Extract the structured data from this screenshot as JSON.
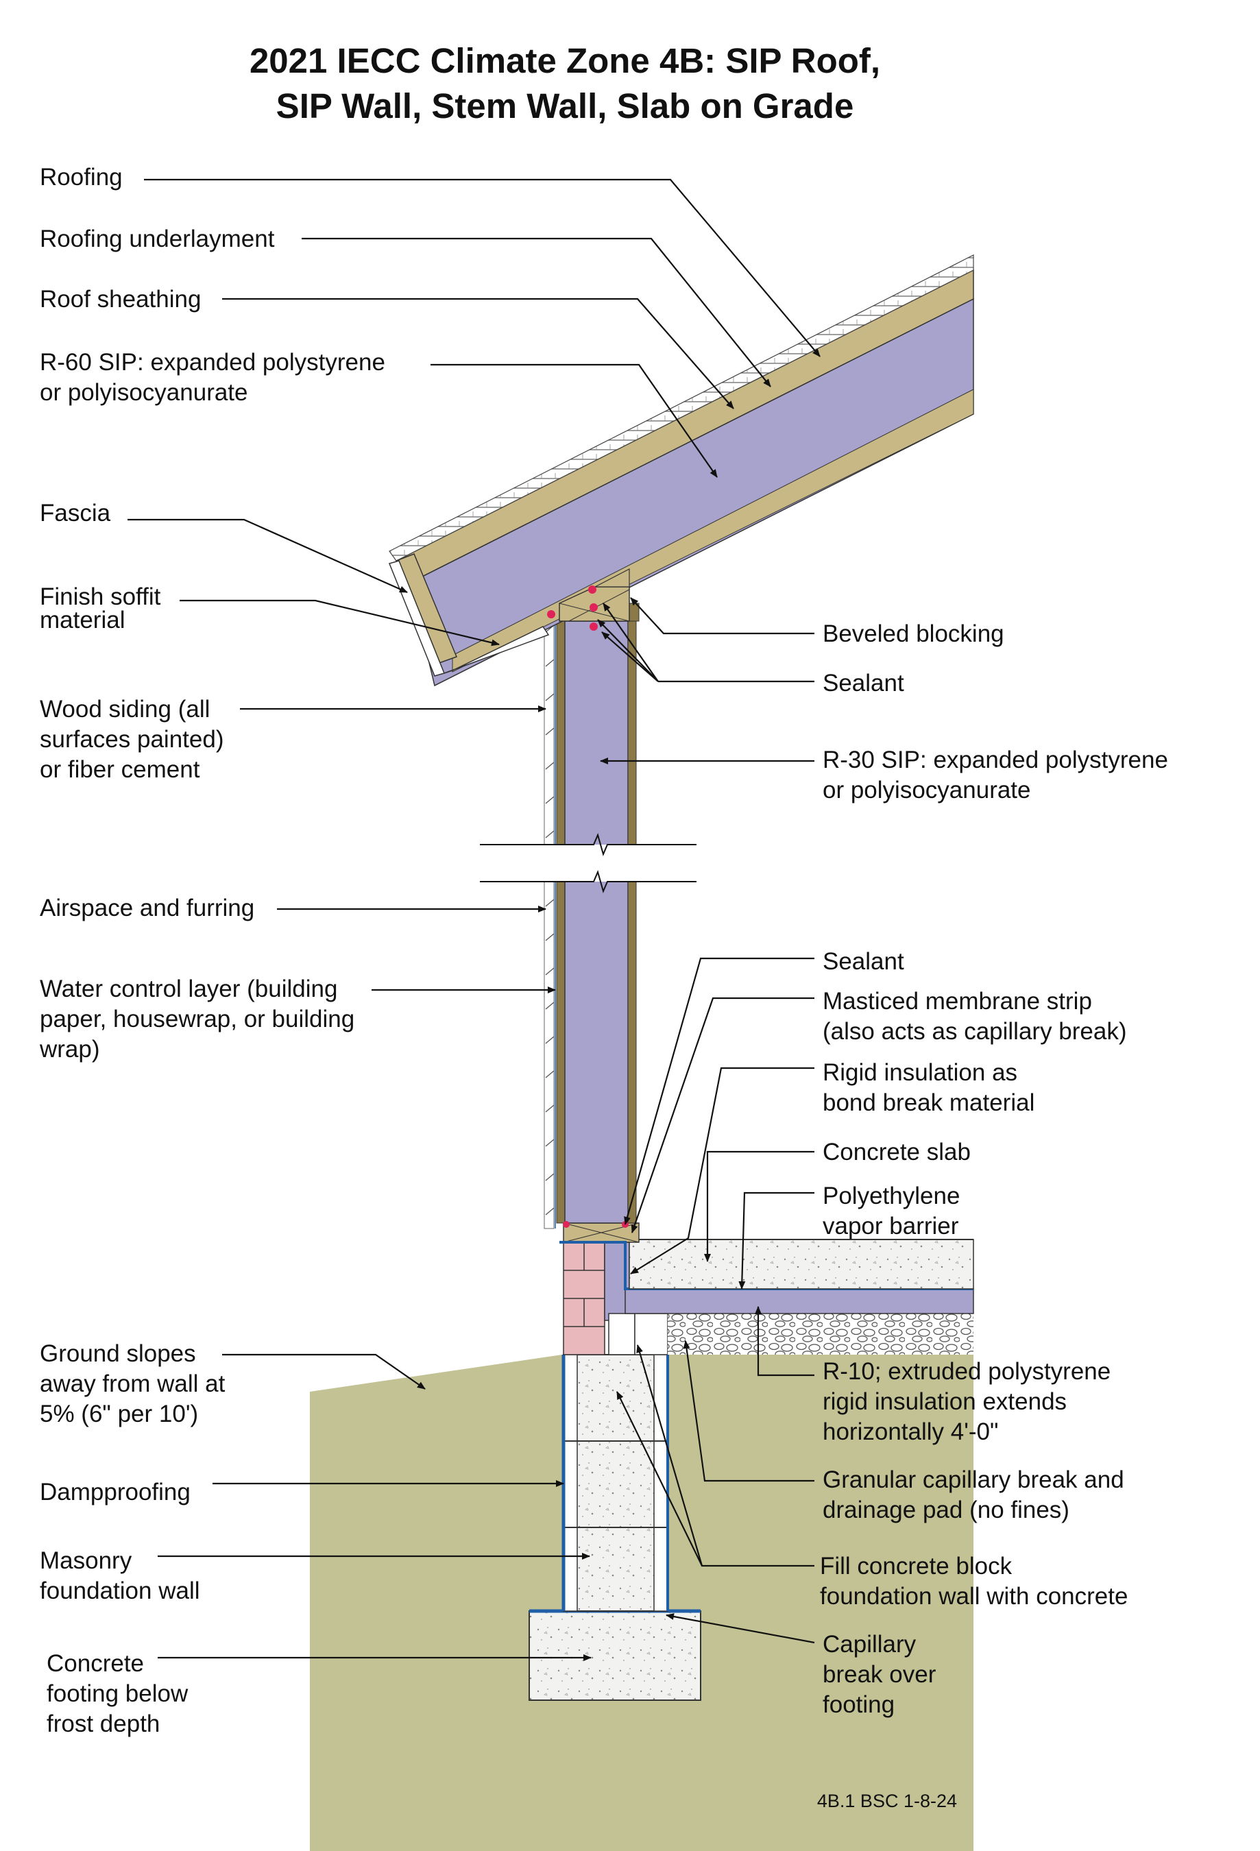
{
  "title": {
    "line1": "2021 IECC Climate Zone 4B: SIP Roof,",
    "line2": "SIP Wall, Stem Wall, Slab on Grade"
  },
  "labels": {
    "roofing": "Roofing",
    "roofing_underlayment": "Roofing underlayment",
    "roof_sheathing": "Roof sheathing",
    "r60_sip": [
      "R-60 SIP: expanded polystyrene",
      "or polyisocyanurate"
    ],
    "fascia": "Fascia",
    "finish_soffit": [
      "Finish soffit",
      "material"
    ],
    "wood_siding": [
      "Wood siding (all",
      "surfaces painted)",
      "or fiber cement"
    ],
    "airspace_furring": "Airspace and furring",
    "water_control": [
      "Water control layer (building",
      "paper, housewrap, or building",
      "wrap)"
    ],
    "ground_slopes": [
      "Ground slopes",
      "away from wall at",
      "5% (6\" per 10')"
    ],
    "dampproofing": "Dampproofing",
    "masonry_wall": [
      "Masonry",
      "foundation wall"
    ],
    "concrete_footing": [
      "Concrete",
      "footing below",
      "frost depth"
    ],
    "beveled_blocking": "Beveled blocking",
    "sealant_top": "Sealant",
    "r30_sip": [
      "R-30 SIP: expanded polystyrene",
      "or polyisocyanurate"
    ],
    "sealant_bottom": "Sealant",
    "masticed_strip": [
      "Masticed membrane strip",
      "(also acts as capillary break)"
    ],
    "rigid_bond_break": [
      "Rigid insulation as",
      "bond break material"
    ],
    "concrete_slab": "Concrete slab",
    "poly_vapor": [
      "Polyethylene",
      "vapor barrier"
    ],
    "r10_xps": [
      "R-10; extruded polystyrene",
      "rigid insulation extends",
      "horizontally 4'-0\""
    ],
    "granular_break": [
      "Granular capillary break and",
      "drainage pad (no fines)"
    ],
    "fill_block": [
      "Fill concrete block",
      "foundation wall with concrete"
    ],
    "capillary_footing": [
      "Capillary",
      "break over",
      "footing"
    ]
  },
  "reference": "4B.1 BSC 1-8-24",
  "colors": {
    "insulation": "#A8A3CC",
    "wood": "#8B7A48",
    "wood_light": "#C8B886",
    "ground": "#C2C295",
    "concrete": "#F0F0EE",
    "brick": "#E8B8BC",
    "membrane": "#1F5FA8",
    "sealant": "#E0245A"
  }
}
